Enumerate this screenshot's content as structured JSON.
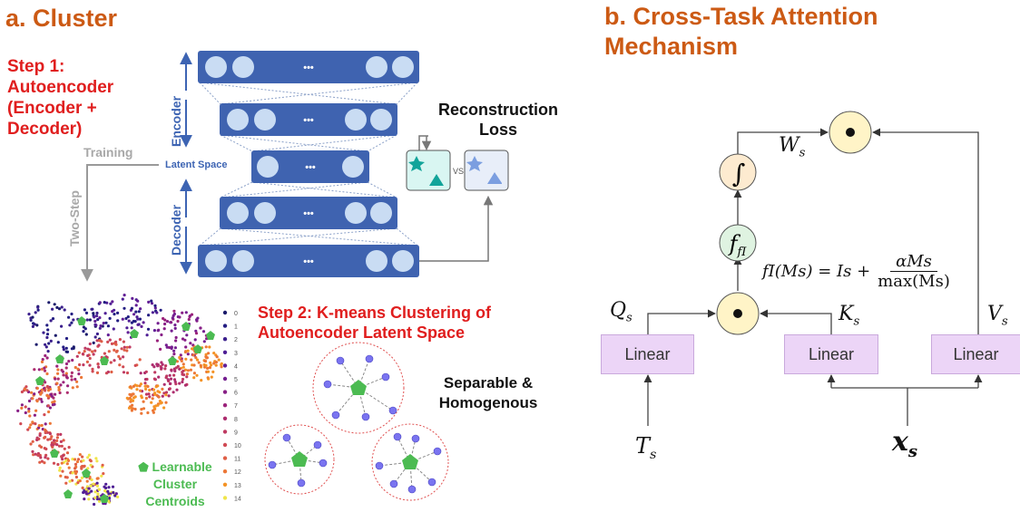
{
  "cluster": {
    "title": "a. Cluster",
    "step1": [
      "Step 1:",
      "Autoencoder",
      "(Encoder +",
      "Decoder)"
    ],
    "encoder": "Encoder",
    "decoder": "Decoder",
    "latent_space": "Latent Space",
    "training": "Training",
    "two_step": "Two-Step",
    "ellipsis": "•••",
    "reconstruction": [
      "Reconstruction",
      "Loss"
    ],
    "vs": "VS",
    "step2": [
      "Step 2: K-means Clustering of",
      "Autoencoder Latent Space"
    ],
    "separable": [
      "Separable &",
      "Homogenous"
    ],
    "learnable": [
      "Learnable",
      "Cluster",
      "Centroids"
    ],
    "legend_labels": [
      "0",
      "1",
      "2",
      "3",
      "4",
      "5",
      "6",
      "7",
      "8",
      "9",
      "10",
      "11",
      "12",
      "13",
      "14"
    ],
    "legend_colors": [
      "#1b1b6b",
      "#241e82",
      "#3b1f8c",
      "#4f1f95",
      "#621f95",
      "#751f90",
      "#881f86",
      "#9b237b",
      "#ad2d6e",
      "#bf3a62",
      "#d04a54",
      "#df5f46",
      "#ec7737",
      "#f49326",
      "#f0e54a"
    ]
  },
  "attention": {
    "title": [
      "b. Cross-Task Attention",
      "Mechanism"
    ],
    "linear_label": "Linear",
    "q": "Qs",
    "k": "Ks",
    "v": "Vs",
    "w": "Ws",
    "t": "Ts",
    "x": "xs",
    "fi": "fI",
    "integral": "∫",
    "dot": "•",
    "formula": {
      "lhs": "fI(Ms) = Is + ",
      "numerator": "αMs",
      "denominator": "max(Ms)"
    }
  },
  "colors": {
    "title": "#cc5a14",
    "step": "#e01e1e",
    "layer": "#3f63b0",
    "linear_fill": "#ecd5f7",
    "sigmoid_fill": "#fdebd0",
    "fi_fill": "#dff3e1",
    "dot_fill": "#fff4c7",
    "centroid": "#4cbb52",
    "point": "#7a74f0"
  }
}
